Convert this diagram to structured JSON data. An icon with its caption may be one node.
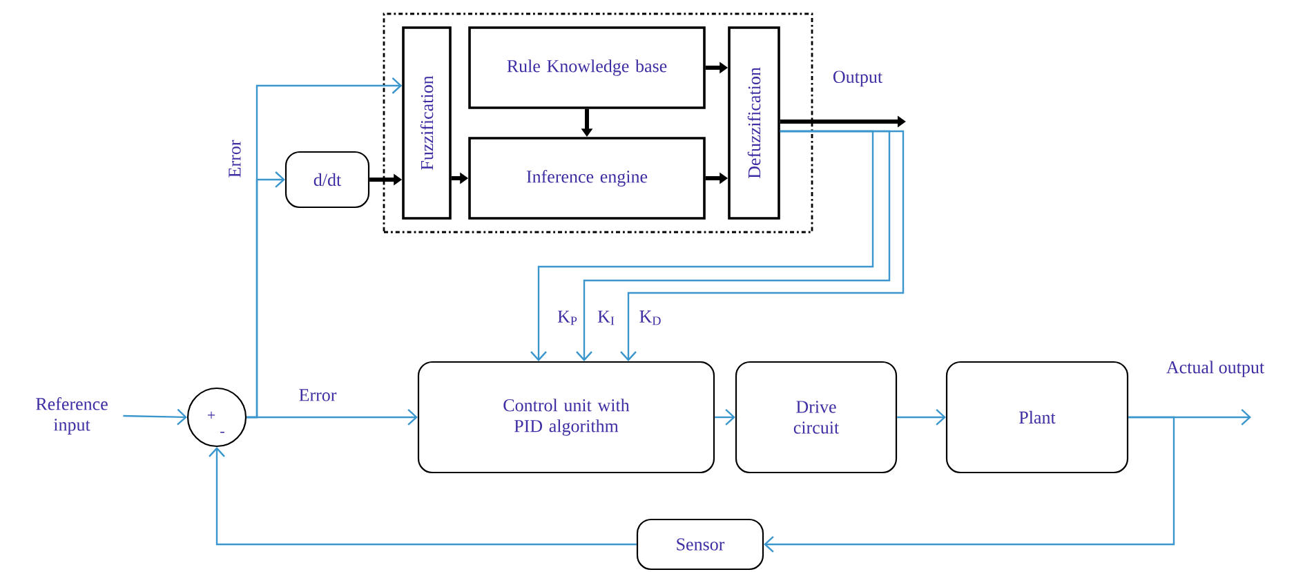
{
  "diagram": {
    "nodes": [
      {
        "text": [],
        "shape": "box"
      },
      {
        "text": [
          "Fuzzification"
        ],
        "in": 0
      },
      {
        "text": [
          "Rule Knowledge base"
        ],
        "in": 0
      },
      {
        "text": [
          "Inference engine"
        ],
        "in": 0
      },
      {
        "text": [
          "Defuzzification"
        ],
        "in": 0
      },
      {
        "text": [
          "d/dt"
        ]
      },
      {
        "text": [
          "Reference input"
        ]
      },
      {
        "text": [
          "+",
          "-"
        ]
      },
      {
        "text": [
          "Control unit with PID algorithm"
        ]
      },
      {
        "text": [
          "Drive circuit"
        ]
      },
      {
        "text": [
          "Plant"
        ]
      },
      {
        "text": [
          "Sensor"
        ]
      }
    ],
    "edges": [
      {
        "from": 6,
        "to": 7,
        "arrow": "to"
      },
      {
        "from": 7,
        "to": 8,
        "arrow": "to",
        "label": "Error"
      },
      {
        "from": 7,
        "to": 1,
        "arrow": "to",
        "label": "Error"
      },
      {
        "from": 7,
        "to": 5,
        "arrow": "to"
      },
      {
        "from": 5,
        "to": 1,
        "arrow": "to",
        "style": "thick",
        "color": "#000000"
      },
      {
        "from": 1,
        "to": 3,
        "arrow": "to",
        "style": "thick",
        "color": "#000000"
      },
      {
        "from": 2,
        "to": 3,
        "arrow": "to",
        "style": "thick",
        "color": "#000000"
      },
      {
        "from": 2,
        "to": 4,
        "arrow": "to",
        "style": "thick",
        "color": "#000000"
      },
      {
        "from": 3,
        "to": 4,
        "arrow": "to",
        "style": "thick",
        "color": "#000000"
      },
      {
        "from": 4,
        "to": null,
        "arrow": "to",
        "style": "thick",
        "color": "#000000",
        "label": "Output"
      },
      {
        "from": 4,
        "to": 8,
        "arrow": "to",
        "label": "K$_{P}$"
      },
      {
        "from": 4,
        "to": 8,
        "arrow": "to",
        "label": "K$_{I}$"
      },
      {
        "from": 4,
        "to": 8,
        "arrow": "to",
        "label": "K$_{D}$"
      },
      {
        "from": 8,
        "to": 9,
        "arrow": "to"
      },
      {
        "from": 9,
        "to": 10,
        "arrow": "to"
      },
      {
        "from": 10,
        "to": null,
        "arrow": "to",
        "label": "Actual output"
      },
      {
        "from": 10,
        "to": 11,
        "arrow": "to"
      },
      {
        "from": 11,
        "to": 7,
        "arrow": "to"
      }
    ]
  }
}
